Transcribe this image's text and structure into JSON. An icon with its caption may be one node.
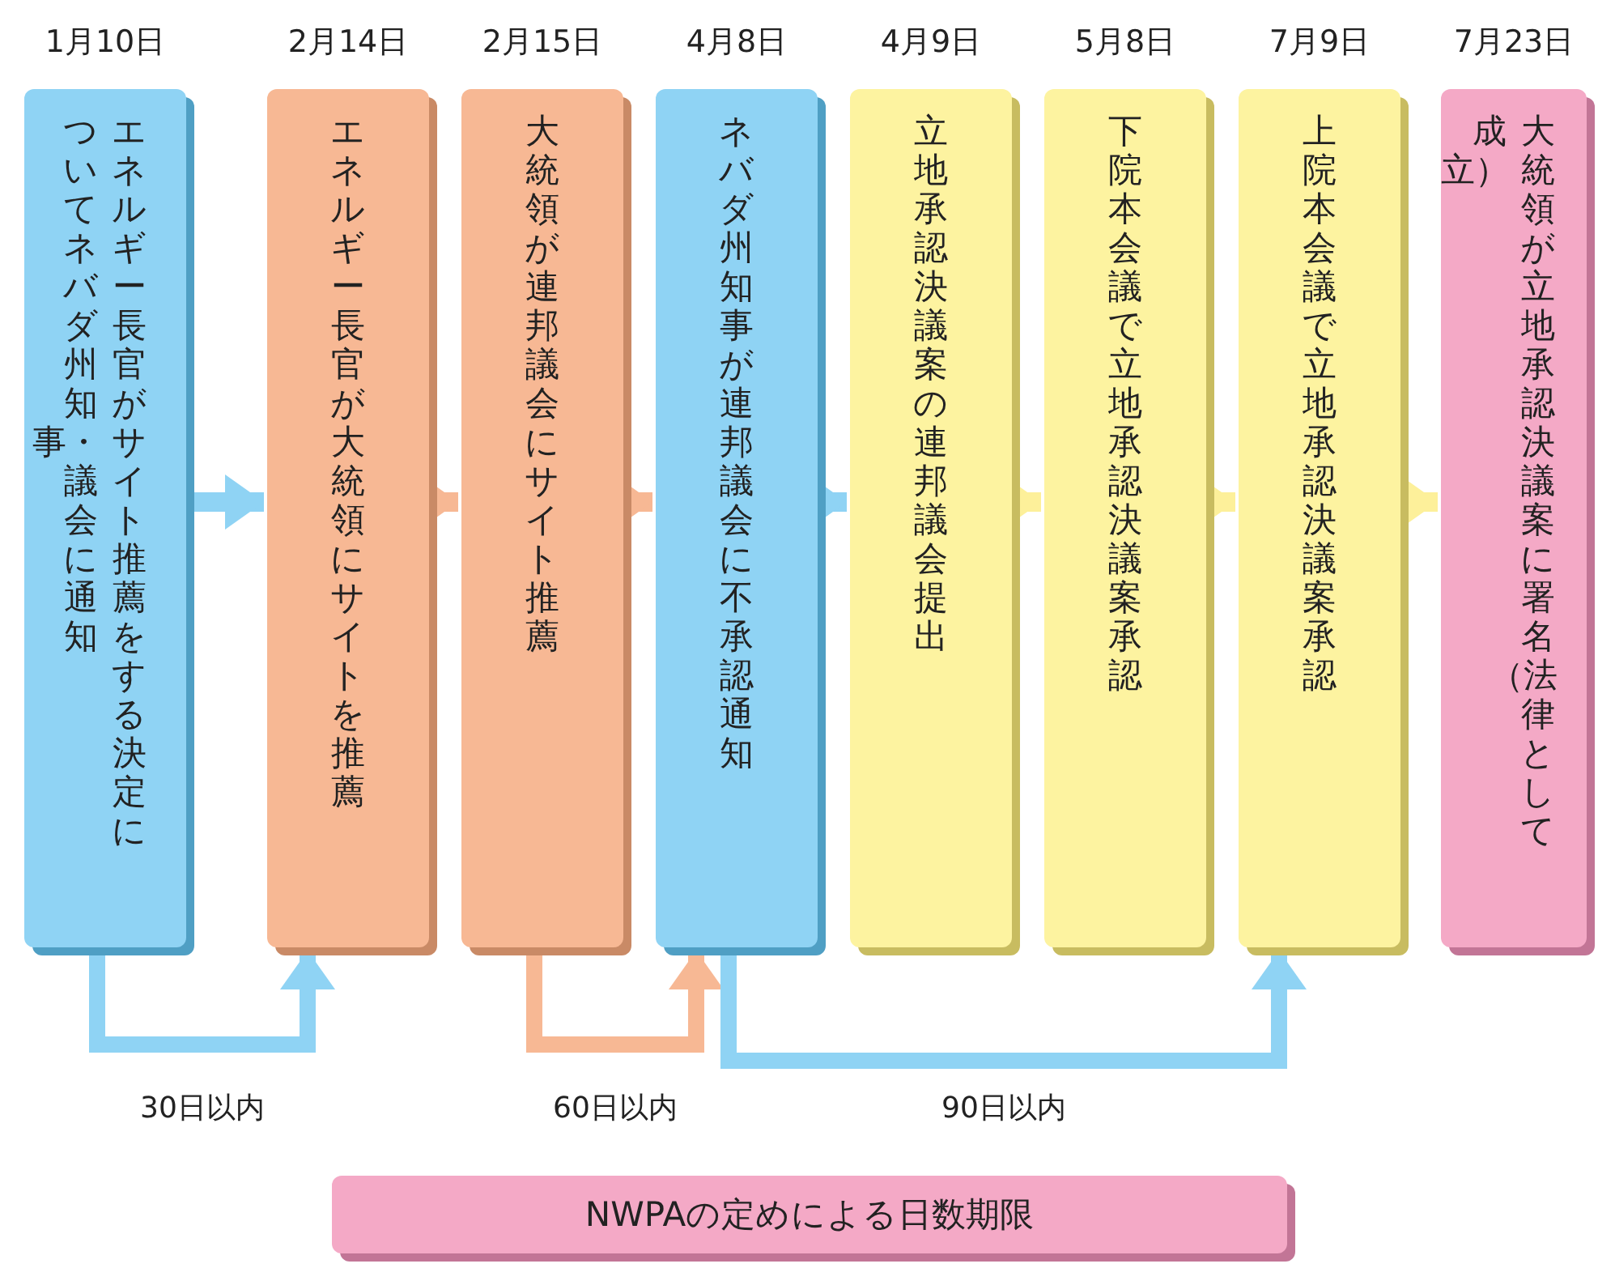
{
  "diagram": {
    "nodes": [
      {
        "text": [
          "エネルギー長官がサイト推薦をする決定についてネバダ州知事・議会に通知"
        ],
        "beside": [
          "1月10日"
        ]
      },
      {
        "text": [
          "エネルギー長官が大統領にサイトを推薦"
        ],
        "beside": [
          "2月14日"
        ]
      },
      {
        "text": [
          "大統領が連邦議会にサイト推薦"
        ],
        "beside": [
          "2月15日"
        ]
      },
      {
        "text": [
          "ネバダ州知事が連邦議会に不承認通知"
        ],
        "beside": [
          "4月8日"
        ]
      },
      {
        "text": [
          "立地承認決議案の連邦議会提出"
        ],
        "beside": [
          "4月9日"
        ]
      },
      {
        "text": [
          "下院本会議で立地承認決議案承認"
        ],
        "beside": [
          "5月8日"
        ]
      },
      {
        "text": [
          "上院本会議で立地承認決議案承認"
        ],
        "beside": [
          "7月9日"
        ]
      },
      {
        "text": [
          "大統領が立地承認決議案に署名（法律として成立）"
        ],
        "beside": [
          "7月23日"
        ]
      },
      {
        "text": [
          "NWPAの定めによる日数期限"
        ]
      }
    ],
    "edges": [
      {
        "from": 0,
        "to": 1,
        "arrow": "to",
        "color": "#8fd3f4"
      },
      {
        "from": 1,
        "to": 2,
        "arrow": "to",
        "color": "#f7b894"
      },
      {
        "from": 2,
        "to": 3,
        "arrow": "to",
        "color": "#f7b894"
      },
      {
        "from": 3,
        "to": 4,
        "arrow": "to",
        "color": "#8fd3f4"
      },
      {
        "from": 4,
        "to": 5,
        "arrow": "to",
        "color": "#fdf09a"
      },
      {
        "from": 5,
        "to": 6,
        "arrow": "to",
        "color": "#fdf09a"
      },
      {
        "from": 6,
        "to": 7,
        "arrow": "to",
        "color": "#fdf09a"
      },
      {
        "from": 0,
        "to": 1,
        "arrow": "to",
        "label": "30日以内",
        "color": "#8fd3f4"
      },
      {
        "from": 2,
        "to": 3,
        "arrow": "to",
        "label": "60日以内",
        "color": "#f7b894"
      },
      {
        "from": 3,
        "to": 6,
        "arrow": "to",
        "label": "90日以内",
        "color": "#8fd3f4"
      }
    ]
  }
}
